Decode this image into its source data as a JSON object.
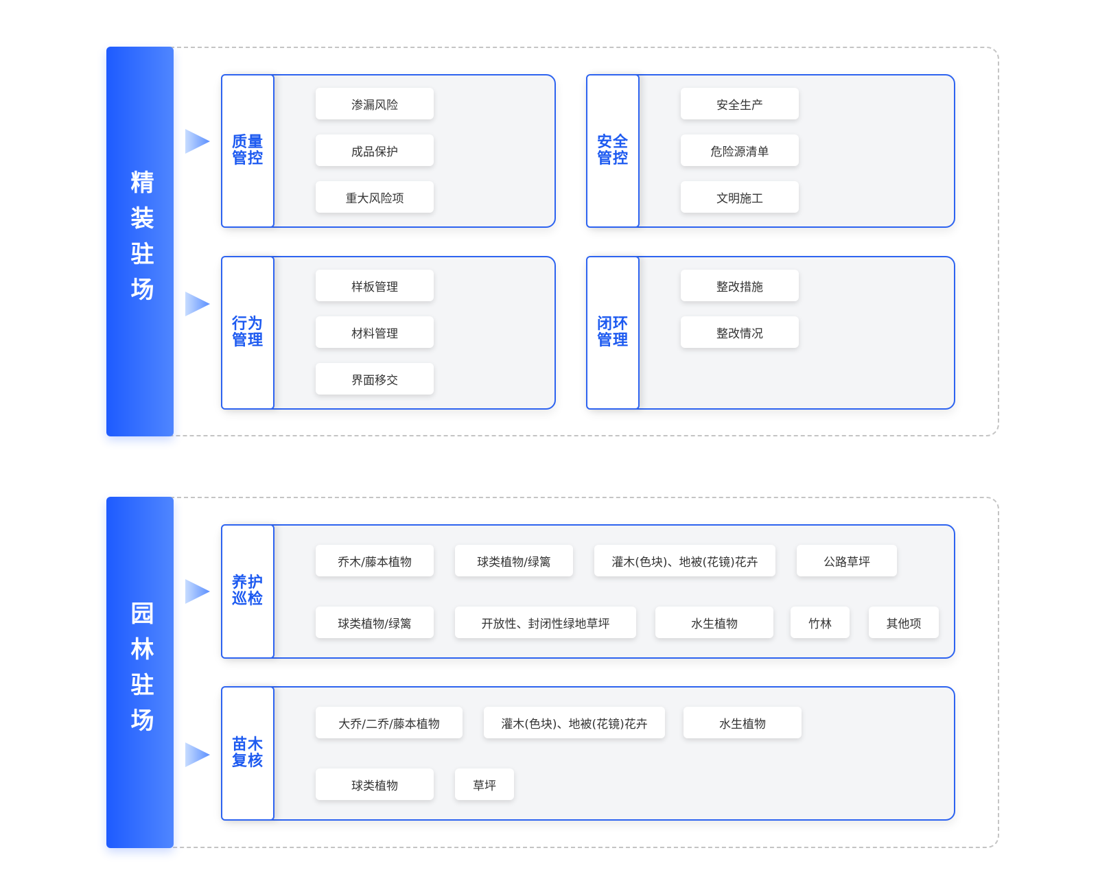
{
  "sections": [
    {
      "title": "精装驻场",
      "groups": [
        {
          "label": "质量管控",
          "items": [
            "渗漏风险",
            "成品保护",
            "重大风险项"
          ]
        },
        {
          "label": "安全管控",
          "items": [
            "安全生产",
            "危险源清单",
            "文明施工"
          ]
        },
        {
          "label": "行为管理",
          "items": [
            "样板管理",
            "材料管理",
            "界面移交"
          ]
        },
        {
          "label": "闭环管理",
          "items": [
            "整改措施",
            "整改情况"
          ]
        }
      ]
    },
    {
      "title": "园林驻场",
      "groups": [
        {
          "label": "养护巡检",
          "items": [
            "乔木/藤本植物",
            "球类植物/绿篱",
            "灌木(色块)、地被(花镜)花卉",
            "公路草坪",
            "球类植物/绿篱",
            "开放性、封闭性绿地草坪",
            "水生植物",
            "竹林",
            "其他项"
          ]
        },
        {
          "label": "苗木复核",
          "items": [
            "大乔/二乔/藤本植物",
            "灌木(色块)、地被(花镜)花卉",
            "水生植物",
            "球类植物",
            "草坪"
          ]
        }
      ]
    }
  ]
}
